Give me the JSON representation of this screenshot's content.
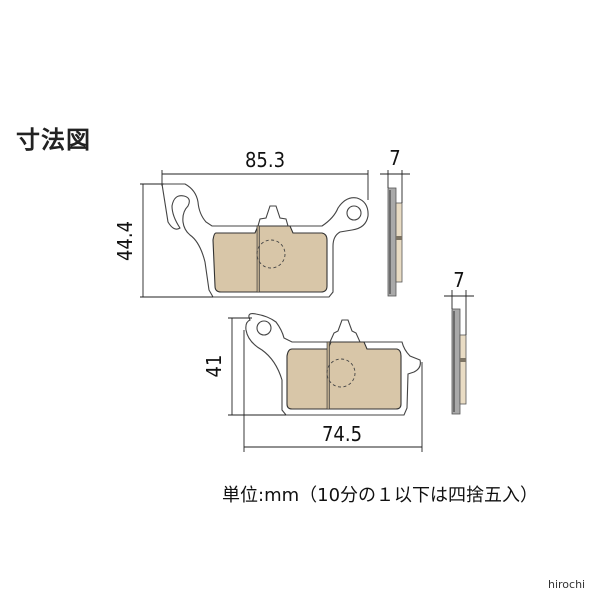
{
  "title": "寸法図",
  "dimensions": {
    "pad1_width": "85.3",
    "pad1_height": "44.4",
    "pad1_thickness": "7",
    "pad2_width": "74.5",
    "pad2_height": "41",
    "pad2_thickness": "7"
  },
  "units_note": "単位:mm（10分の１以下は四捨五入）",
  "watermark": "hirochi",
  "colors": {
    "pad_material": "#d8c6a8",
    "backing_plate": "#a9a9a9",
    "outline": "#333333"
  }
}
